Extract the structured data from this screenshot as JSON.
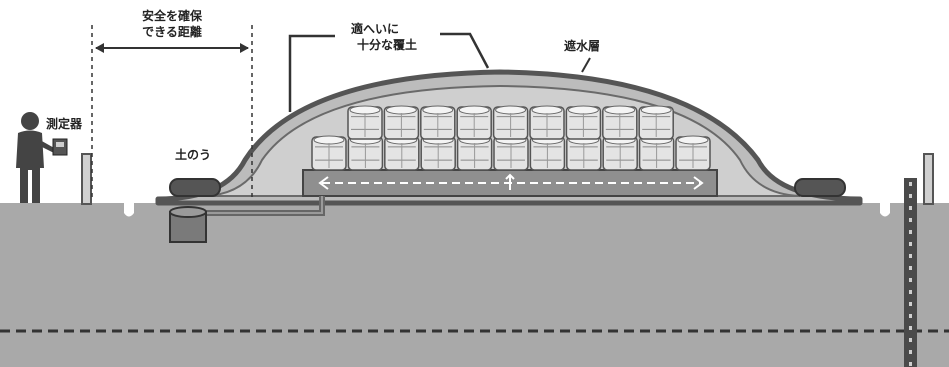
{
  "labels": {
    "safe_distance_line1": "安全を確保",
    "safe_distance_line2": "できる距離",
    "cover_soil_line1": "適へいに",
    "cover_soil_line2": "十分な覆土",
    "waterproof_layer": "遮水層",
    "sandbag": "土のう",
    "meter": "測定器"
  },
  "colors": {
    "ground": "#a9a9a9",
    "mound": "#bcbcbc",
    "outline": "#555555",
    "bag": "#e4e4e4",
    "text": "#222222"
  },
  "icons": [
    "person-with-meter-icon",
    "ruler-post-icon",
    "bag-roll-icon",
    "sandbag-icon",
    "water-tank-icon"
  ]
}
